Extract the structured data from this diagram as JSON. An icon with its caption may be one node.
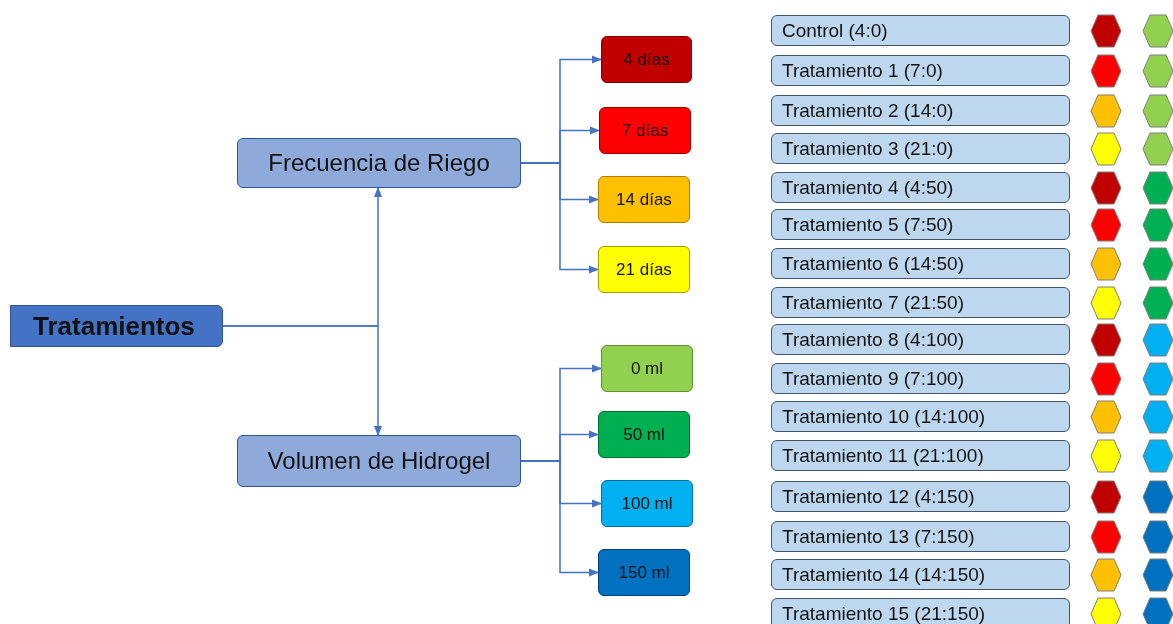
{
  "diagram": {
    "nodes": [
      {
        "text": [
          "Tratamientos"
        ]
      },
      {
        "text": [
          "Frecuencia de Riego"
        ]
      },
      {
        "text": [
          "Volumen de Hidrogel"
        ]
      },
      {
        "text": [
          "4 días"
        ]
      },
      {
        "text": [
          "7 días"
        ]
      },
      {
        "text": [
          "14 días"
        ]
      },
      {
        "text": [
          "21 días"
        ]
      },
      {
        "text": [
          "0 ml"
        ]
      },
      {
        "text": [
          "50 ml"
        ]
      },
      {
        "text": [
          "100 ml"
        ]
      },
      {
        "text": [
          "150 ml"
        ]
      },
      {
        "text": [
          "Control (4:0)"
        ]
      },
      {
        "text": [],
        "shape": "hexagon"
      },
      {
        "text": [],
        "shape": "hexagon"
      },
      {
        "text": [
          "Tratamiento 1 (7:0)"
        ]
      },
      {
        "text": [],
        "shape": "hexagon"
      },
      {
        "text": [],
        "shape": "hexagon"
      },
      {
        "text": [
          "Tratamiento 2 (14:0)"
        ]
      },
      {
        "text": [],
        "shape": "hexagon"
      },
      {
        "text": [],
        "shape": "hexagon"
      },
      {
        "text": [
          "Tratamiento 3 (21:0)"
        ]
      },
      {
        "text": [],
        "shape": "hexagon"
      },
      {
        "text": [],
        "shape": "hexagon"
      },
      {
        "text": [
          "Tratamiento 4 (4:50)"
        ]
      },
      {
        "text": [],
        "shape": "hexagon"
      },
      {
        "text": [],
        "shape": "hexagon"
      },
      {
        "text": [
          "Tratamiento 5 (7:50)"
        ]
      },
      {
        "text": [],
        "shape": "hexagon"
      },
      {
        "text": [],
        "shape": "hexagon"
      },
      {
        "text": [
          "Tratamiento 6 (14:50)"
        ]
      },
      {
        "text": [],
        "shape": "hexagon"
      },
      {
        "text": [],
        "shape": "hexagon"
      },
      {
        "text": [
          "Tratamiento 7 (21:50)"
        ]
      },
      {
        "text": [],
        "shape": "hexagon"
      },
      {
        "text": [],
        "shape": "hexagon"
      },
      {
        "text": [
          "Tratamiento 8 (4:100)"
        ]
      },
      {
        "text": [],
        "shape": "hexagon"
      },
      {
        "text": [],
        "shape": "hexagon"
      },
      {
        "text": [
          "Tratamiento 9 (7:100)"
        ]
      },
      {
        "text": [],
        "shape": "hexagon"
      },
      {
        "text": [],
        "shape": "hexagon"
      },
      {
        "text": [
          "Tratamiento 10 (14:100)"
        ]
      },
      {
        "text": [],
        "shape": "hexagon"
      },
      {
        "text": [],
        "shape": "hexagon"
      },
      {
        "text": [
          "Tratamiento 11 (21:100)"
        ]
      },
      {
        "text": [],
        "shape": "hexagon"
      },
      {
        "text": [],
        "shape": "hexagon"
      },
      {
        "text": [
          "Tratamiento 12 (4:150)"
        ]
      },
      {
        "text": [],
        "shape": "hexagon"
      },
      {
        "text": [],
        "shape": "hexagon"
      },
      {
        "text": [
          "Tratamiento 13 (7:150)"
        ]
      },
      {
        "text": [],
        "shape": "hexagon"
      },
      {
        "text": [],
        "shape": "hexagon"
      },
      {
        "text": [
          "Tratamiento 14 (14:150)"
        ]
      },
      {
        "text": [],
        "shape": "hexagon"
      },
      {
        "text": [],
        "shape": "hexagon"
      },
      {
        "text": [
          "Tratamiento 15 (21:150)"
        ]
      },
      {
        "text": [],
        "shape": "hexagon"
      },
      {
        "text": [],
        "shape": "hexagon"
      }
    ],
    "edges": [
      {
        "from": 0,
        "to": 1,
        "arrow": "to"
      },
      {
        "from": 0,
        "to": 2,
        "arrow": "to"
      },
      {
        "from": 1,
        "to": 3,
        "arrow": "to"
      },
      {
        "from": 1,
        "to": 4,
        "arrow": "to"
      },
      {
        "from": 1,
        "to": 5,
        "arrow": "to"
      },
      {
        "from": 1,
        "to": 6,
        "arrow": "to"
      },
      {
        "from": 2,
        "to": 7,
        "arrow": "to"
      },
      {
        "from": 2,
        "to": 8,
        "arrow": "to"
      },
      {
        "from": 2,
        "to": 9,
        "arrow": "to"
      },
      {
        "from": 2,
        "to": 10,
        "arrow": "to"
      }
    ]
  }
}
